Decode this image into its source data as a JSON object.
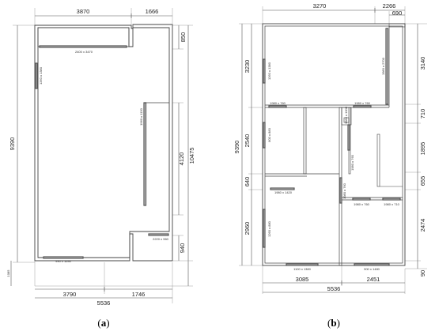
{
  "plan_a": {
    "caption_open": "(",
    "caption_letter": "a",
    "caption_close": ")",
    "dims": {
      "top_left": "3870",
      "top_right": "1666",
      "left_total": "9390",
      "right_top": "850",
      "right_mid": "4120",
      "right_total": "10475",
      "right_bottom": "940",
      "left_bottom": "1085",
      "bottom_left": "3790",
      "bottom_right": "1746",
      "bottom_total": "5536"
    },
    "labels": {
      "top_window": "2400 x 3470",
      "left_window": "1260 x 1380",
      "right_window": "1960 x 1130",
      "bottom_right_window": "2220 x 960",
      "bottom_window": "990 x 1690"
    }
  },
  "plan_b": {
    "caption_open": "(",
    "caption_letter": "b",
    "caption_close": ")",
    "dims": {
      "top_left": "3270",
      "top_right": "2266",
      "top_small": "690",
      "left_total": "9390",
      "left_1": "3230",
      "left_2": "2540",
      "left_3": "640",
      "left_4": "2960",
      "right_1": "3140",
      "right_2": "710",
      "right_3": "1895",
      "right_4": "655",
      "right_5": "2474",
      "right_6": "90",
      "bottom_left": "3085",
      "bottom_right": "2451",
      "bottom_total": "5536"
    },
    "labels": {
      "w_top_left": "1260 x 1380",
      "w_top_right": "1980 x 2700",
      "d_mid_left": "1980 x 760",
      "d_mid_right": "1980 x 760",
      "w_left_mid": "800 x 880",
      "d_center_a": "1980 x 1000",
      "d_center_b": "1980 x 760",
      "d_center_c": "1980 x 760",
      "d_lower_left": "1980 x 1420",
      "d_lower_mid": "1980 x 760",
      "d_lower_right": "1980 x 710",
      "w_left_low": "1260 x 880",
      "w_bottom_left": "1100 x 1380",
      "w_bottom_right": "900 x 1480"
    }
  }
}
